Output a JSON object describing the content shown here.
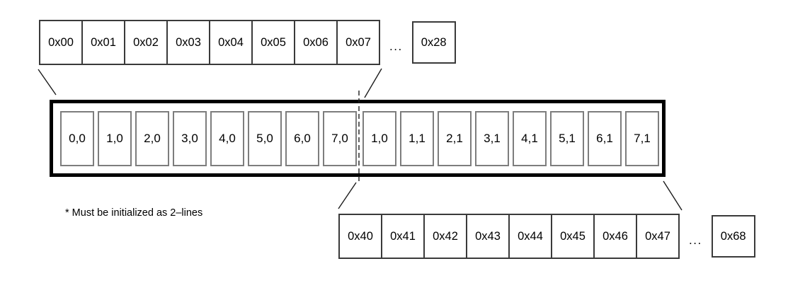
{
  "diagram": {
    "ellipsis": "...",
    "footnote": "* Must be initialized as 2–lines",
    "top_row": {
      "cells": [
        "0x00",
        "0x01",
        "0x02",
        "0x03",
        "0x04",
        "0x05",
        "0x06",
        "0x07"
      ],
      "tail_cell": "0x28"
    },
    "main_box": {
      "cells_line0": [
        "0,0",
        "1,0",
        "2,0",
        "3,0",
        "4,0",
        "5,0",
        "6,0",
        "7,0"
      ],
      "cells_line1": [
        "1,0",
        "1,1",
        "2,1",
        "3,1",
        "4,1",
        "5,1",
        "6,1",
        "7,1"
      ]
    },
    "bottom_row": {
      "cells": [
        "0x40",
        "0x41",
        "0x42",
        "0x43",
        "0x44",
        "0x45",
        "0x46",
        "0x47"
      ],
      "tail_cell": "0x68"
    },
    "colors": {
      "main_box_border": "#000000",
      "address_cell_border": "#3a3a3a",
      "memory_cell_border": "#7d7d7d",
      "connector_line": "#1c1c1c",
      "background": "#ffffff"
    }
  }
}
